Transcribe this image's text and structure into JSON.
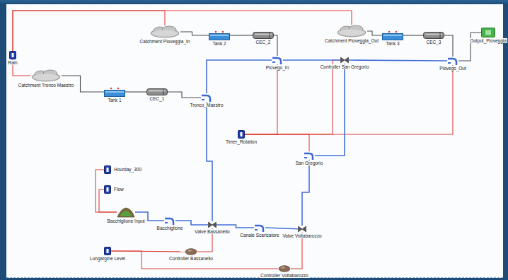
{
  "diagram": {
    "nodes": [
      {
        "text": [
          "Rain"
        ]
      },
      {
        "text": [
          "Catchment Pioveggia_In"
        ]
      },
      {
        "text": [
          "Tank 2"
        ]
      },
      {
        "text": [
          "CEC_2"
        ]
      },
      {
        "text": [
          "Catchment Pioveggia_Out"
        ]
      },
      {
        "text": [
          "Tank 3"
        ]
      },
      {
        "text": [
          "CEC_3"
        ]
      },
      {
        "text": [
          "Output_Pioveggia"
        ]
      },
      {
        "text": [
          "Catchment Tronco Maestro"
        ]
      },
      {
        "text": [
          "Tank 1"
        ]
      },
      {
        "text": [
          "CEC_1"
        ]
      },
      {
        "text": [
          "Tronco_Maestro"
        ]
      },
      {
        "text": [
          "Piovego_In"
        ]
      },
      {
        "text": [
          "Controller San Gregorio"
        ]
      },
      {
        "text": [
          "Piovego_Out"
        ]
      },
      {
        "text": [
          "Timer_Rotation"
        ]
      },
      {
        "text": [
          "San Gregorio"
        ]
      },
      {
        "text": [
          "Hourday_300"
        ]
      },
      {
        "text": [
          "Flow"
        ]
      },
      {
        "text": [
          "Bacchiglione Input"
        ]
      },
      {
        "text": [
          "Bacchiglione"
        ]
      },
      {
        "text": [
          "Valve Bassanello"
        ]
      },
      {
        "text": [
          "Canale Scaricatore"
        ]
      },
      {
        "text": [
          "Valve Voltabarozzo"
        ]
      },
      {
        "text": [
          "Lungargine Level"
        ]
      },
      {
        "text": [
          "Controller Bassanello"
        ]
      },
      {
        "text": [
          "Controller Voltabarozzo"
        ]
      }
    ],
    "edges": [
      {
        "from": 0,
        "to": 1,
        "arrow": "none"
      },
      {
        "from": 0,
        "to": 4,
        "arrow": "none"
      },
      {
        "from": 0,
        "to": 8,
        "arrow": "none"
      },
      {
        "from": 15,
        "to": 12,
        "arrow": "none"
      },
      {
        "from": 15,
        "to": 13,
        "arrow": "none"
      },
      {
        "from": 15,
        "to": 14,
        "arrow": "none"
      },
      {
        "from": 15,
        "to": 16,
        "arrow": "none"
      },
      {
        "from": 17,
        "to": 19,
        "arrow": "none"
      },
      {
        "from": 18,
        "to": 19,
        "arrow": "none"
      },
      {
        "from": 24,
        "to": 25,
        "arrow": "none"
      },
      {
        "from": 24,
        "to": 26,
        "arrow": "none"
      },
      {
        "from": 25,
        "to": 21,
        "arrow": "none"
      },
      {
        "from": 26,
        "to": 23,
        "arrow": "none"
      },
      {
        "from": 1,
        "to": 2,
        "arrow": "none"
      },
      {
        "from": 2,
        "to": 3,
        "arrow": "none"
      },
      {
        "from": 3,
        "to": 12,
        "arrow": "none"
      },
      {
        "from": 4,
        "to": 5,
        "arrow": "none"
      },
      {
        "from": 5,
        "to": 6,
        "arrow": "none"
      },
      {
        "from": 6,
        "to": 14,
        "arrow": "none"
      },
      {
        "from": 8,
        "to": 9,
        "arrow": "none"
      },
      {
        "from": 9,
        "to": 10,
        "arrow": "none"
      },
      {
        "from": 10,
        "to": 11,
        "arrow": "none"
      },
      {
        "from": 14,
        "to": 7,
        "arrow": "none"
      },
      {
        "from": 19,
        "to": 20,
        "arrow": "none"
      },
      {
        "from": 20,
        "to": 21,
        "arrow": "none"
      },
      {
        "from": 21,
        "to": 11,
        "arrow": "none"
      },
      {
        "from": 11,
        "to": 12,
        "arrow": "none"
      },
      {
        "from": 12,
        "to": 13,
        "arrow": "none"
      },
      {
        "from": 13,
        "to": 14,
        "arrow": "none"
      },
      {
        "from": 21,
        "to": 22,
        "arrow": "none"
      },
      {
        "from": 22,
        "to": 23,
        "arrow": "none"
      },
      {
        "from": 23,
        "to": 16,
        "arrow": "none"
      },
      {
        "from": 16,
        "to": 13,
        "arrow": "none"
      }
    ]
  }
}
